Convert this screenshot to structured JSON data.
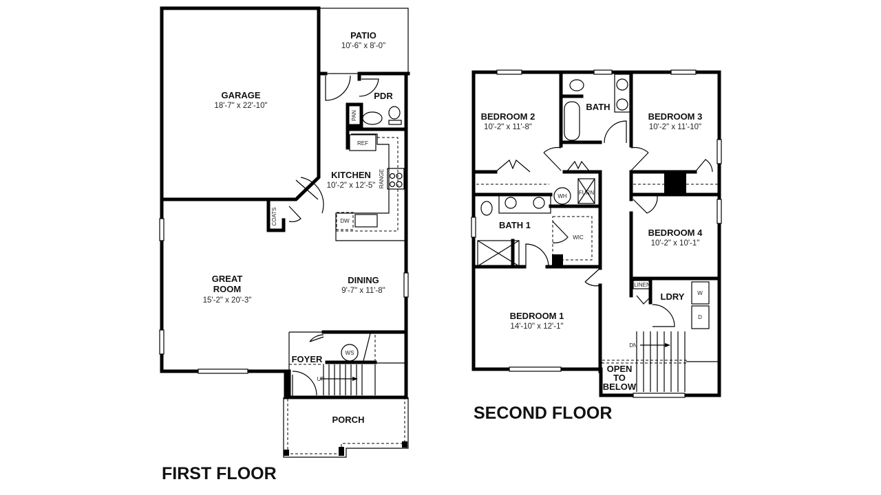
{
  "first_floor": {
    "title": "FIRST FLOOR",
    "rooms": {
      "garage": {
        "name": "GARAGE",
        "dims": "18'-7\" x 22'-10\""
      },
      "patio": {
        "name": "PATIO",
        "dims": "10'-6\" x 8'-0\""
      },
      "pdr": {
        "name": "PDR"
      },
      "kitchen": {
        "name": "KITCHEN",
        "dims": "10'-2\" x 12'-5\""
      },
      "great_room": {
        "name1": "GREAT",
        "name2": "ROOM",
        "dims": "15'-2\" x 20'-3\""
      },
      "dining": {
        "name": "DINING",
        "dims": "9'-7\" x 11'-8\""
      },
      "foyer": {
        "name": "FOYER"
      },
      "porch": {
        "name": "PORCH"
      }
    },
    "fixtures": {
      "pan": "PAN",
      "ref": "REF",
      "range": "RANGE",
      "dw": "DW",
      "coats": "COATS",
      "ws": "WS",
      "up": "UP"
    }
  },
  "second_floor": {
    "title": "SECOND FLOOR",
    "rooms": {
      "bedroom2": {
        "name": "BEDROOM 2",
        "dims": "10'-2\" x 11'-8\""
      },
      "bath": {
        "name": "BATH"
      },
      "bedroom3": {
        "name": "BEDROOM 3",
        "dims": "10'-2\" x 11'-10\""
      },
      "bath1": {
        "name": "BATH 1"
      },
      "bedroom4": {
        "name": "BEDROOM 4",
        "dims": "10'-2\" x 10'-1\""
      },
      "bedroom1": {
        "name": "BEDROOM 1",
        "dims": "14'-10\" x 12'-1\""
      },
      "ldry": {
        "name": "LDRY"
      },
      "open": {
        "l1": "OPEN",
        "l2": "TO",
        "l3": "BELOW"
      }
    },
    "fixtures": {
      "wh": "WH",
      "furn": "FURN",
      "wic": "WIC",
      "linen": "LINEN",
      "w": "W",
      "d": "D",
      "dn": "DN"
    }
  }
}
